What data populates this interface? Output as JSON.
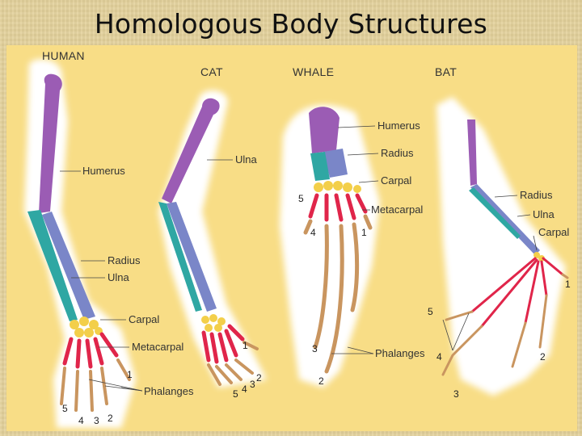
{
  "title": "Homologous Body Structures",
  "headers": {
    "human": "HUMAN",
    "cat": "CAT",
    "whale": "WHALE",
    "bat": "BAT"
  },
  "human": {
    "humerus": "Humerus",
    "radius": "Radius",
    "ulna": "Ulna",
    "carpal": "Carpal",
    "metacarpal": "Metacarpal",
    "phalanges": "Phalanges",
    "digits": [
      "1",
      "2",
      "3",
      "4",
      "5"
    ]
  },
  "cat": {
    "ulna": "Ulna",
    "digits": [
      "1",
      "2",
      "3",
      "4",
      "5"
    ]
  },
  "whale": {
    "humerus": "Humerus",
    "radius": "Radius",
    "carpal": "Carpal",
    "metacarpal": "Metacarpal",
    "phalanges": "Phalanges",
    "digits": [
      "1",
      "2",
      "3",
      "4",
      "5"
    ]
  },
  "bat": {
    "radius": "Radius",
    "ulna": "Ulna",
    "carpal": "Carpal",
    "digits": [
      "1",
      "2",
      "3",
      "4",
      "5"
    ]
  },
  "colors": {
    "humerus": "#9b5cb4",
    "radius": "#7a86c8",
    "ulna": "#2fa7a3",
    "carpal": "#f3cf4a",
    "metacarpal": "#e0254a",
    "phalanges": "#c9955f",
    "panel": "#f8dd86",
    "body": "#ffffff"
  }
}
